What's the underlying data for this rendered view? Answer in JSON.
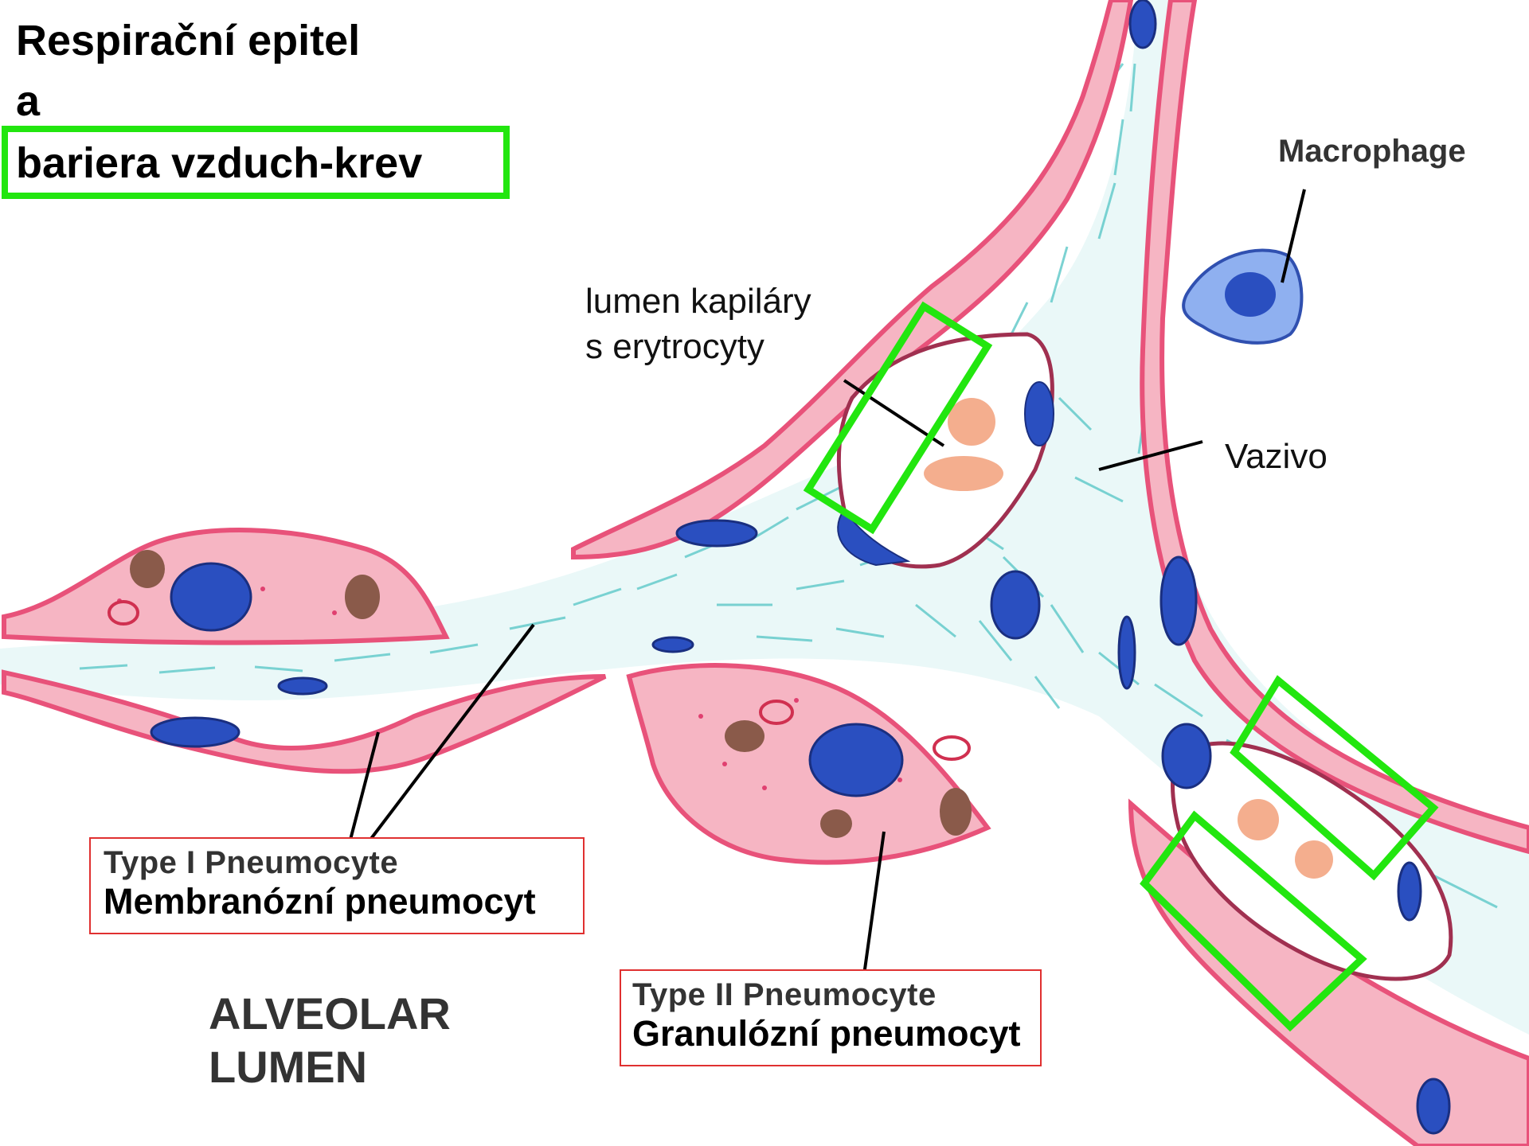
{
  "title": {
    "line1": "Respirační epitel",
    "line2": "a",
    "line3": "bariera vzduch-krev"
  },
  "labels": {
    "macrophage": "Macrophage",
    "capillary_line1": "lumen kapiláry",
    "capillary_line2": "s erytrocyty",
    "connective": "Vazivo",
    "type1_en": "Type I Pneumocyte",
    "type1_cz": "Membranózní pneumocyt",
    "type2_en": "Type II Pneumocyte",
    "type2_cz": "Granulózní pneumocyt",
    "alveolar_line1": "ALVEOLAR",
    "alveolar_line2": "LUMEN"
  },
  "colors": {
    "highlight": "#22e60f",
    "epithelium": "#e8527a",
    "epithelium_fill": "#f6b5c3",
    "connective": "#5cc8c8",
    "nucleus": "#2a4fc0",
    "erythrocyte": "#f2a07a",
    "granule": "#8a5a4a",
    "label_box_border": "#e03030"
  }
}
